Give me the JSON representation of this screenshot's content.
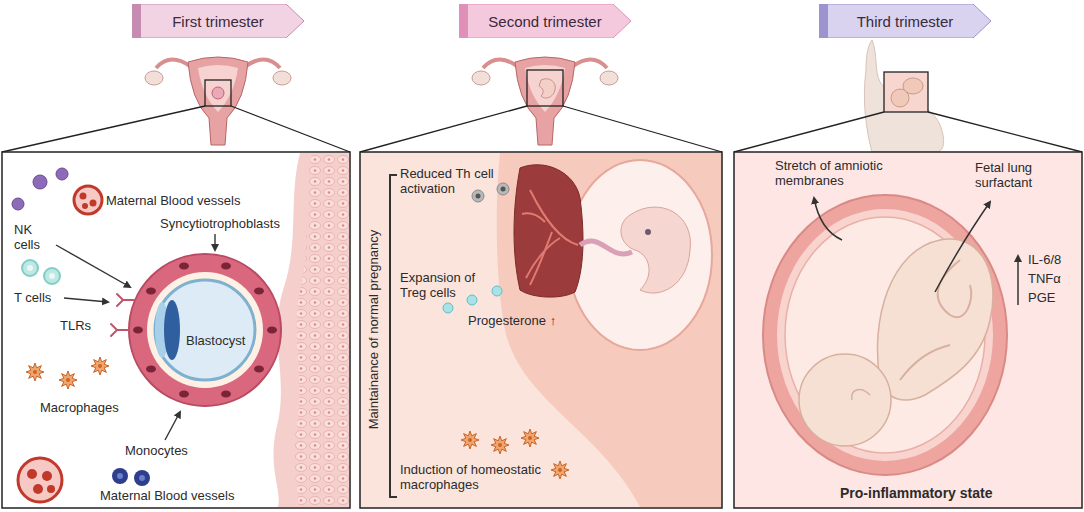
{
  "diagram": {
    "nodes": [
      {
        "text": [
          "First trimester"
        ]
      },
      {
        "text": [
          "Second trimester"
        ]
      },
      {
        "text": [
          "Third trimester"
        ]
      }
    ],
    "labels": [
      "NK cells",
      "Maternal Blood vessels",
      "Syncytiotrophoblasts",
      "T cells",
      "TLRs",
      "Blastocyst",
      "Macrophages",
      "Monocytes",
      "Maternal Blood vessels",
      "Maintainance of normal pregnancy",
      "Reduced Th cell activation",
      "Expansion of Treg cells",
      "Progesterone ↑",
      "Induction of homeostatic macrophages",
      "Stretch of amniotic membranes",
      "Fetal lung surfactant",
      "IL-6/8",
      "TNFα",
      "PGE",
      "Pro-inflammatory state"
    ]
  }
}
